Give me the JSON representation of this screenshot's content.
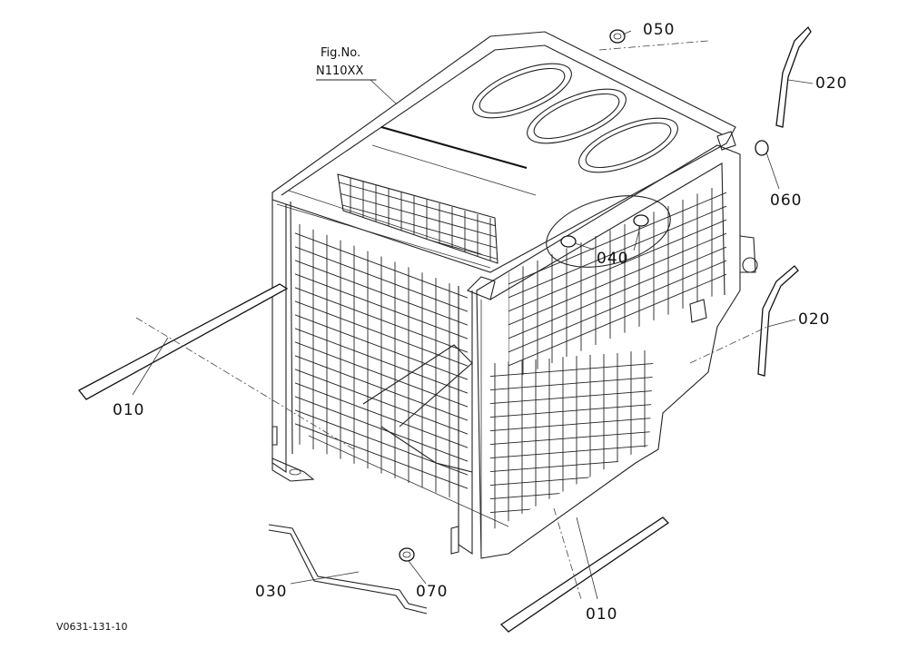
{
  "figure": {
    "fig_label": "Fig.No.",
    "fig_number": "N110XX",
    "drawing_code": "V0631-131-10"
  },
  "callouts": {
    "c010_left": "010",
    "c010_bottom": "010",
    "c020_top": "020",
    "c020_mid": "020",
    "c030": "030",
    "c040": "040",
    "c050": "050",
    "c060": "060",
    "c070": "070"
  }
}
